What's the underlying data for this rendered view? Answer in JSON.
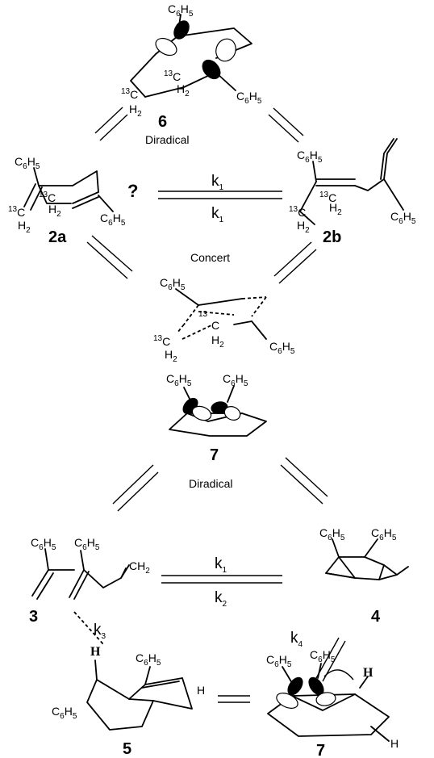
{
  "labels": {
    "ph": "C",
    "ph6": "6",
    "phH": "H",
    "ph5": "5",
    "c13": "13",
    "ch": "C",
    "h2": "H",
    "h2sub": "2",
    "ch2": "CH",
    "bold_h": "H",
    "plain_h": "H"
  },
  "compounds": {
    "n6": "6",
    "n2a": "2a",
    "n2b": "2b",
    "n7a": "7",
    "n3": "3",
    "n4": "4",
    "n5": "5",
    "n7b": "7"
  },
  "captions": {
    "diradical_top": "Diradical",
    "concert": "Concert",
    "diradical_bottom": "Diradical",
    "question": "?"
  },
  "rates": {
    "k_top_upper": "k",
    "k_top_upper_sub": "1",
    "k_top_lower": "k",
    "k_top_lower_sub": "1",
    "k_bot_upper": "k",
    "k_bot_upper_sub": "1",
    "k_bot_lower": "k",
    "k_bot_lower_sub": "2",
    "k3": "k",
    "k3_sub": "3",
    "k4": "k",
    "k4_sub": "4"
  }
}
